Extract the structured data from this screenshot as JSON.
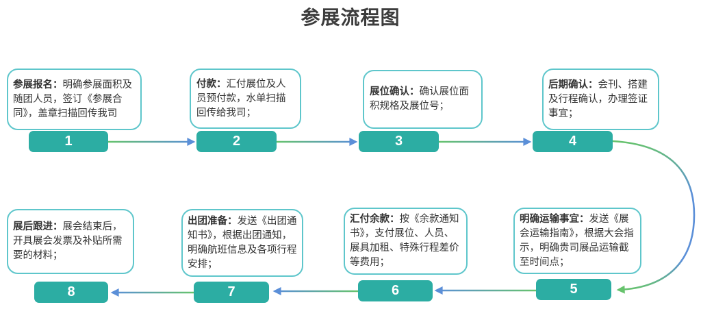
{
  "title": "参展流程图",
  "colors": {
    "bar_fill": "#2cada3",
    "bar_text": "#ffffff",
    "box_border": "#5ec6cb",
    "body_text": "#333333",
    "arrow_green": "#67c36d",
    "arrow_blue": "#5b8fd8",
    "title_color": "#3c3c3c"
  },
  "steps": [
    {
      "number": "1",
      "label": "参展报名：",
      "body": "明确参展面积及随团人员，签订《参展合同》，盖章扫描回传我司"
    },
    {
      "number": "2",
      "label": "付款：",
      "body": "汇付展位及人员预付款，水单扫描回传给我司；"
    },
    {
      "number": "3",
      "label": "展位确认：",
      "body": "确认展位面积规格及展位号；"
    },
    {
      "number": "4",
      "label": "后期确认：",
      "body": "会刊、搭建及行程确认，办理签证事宜；"
    },
    {
      "number": "5",
      "label": "明确运输事宜：",
      "body": "发送《展会运输指南》，根据大会指示，明确贵司展品运输截至时间点；"
    },
    {
      "number": "6",
      "label": "汇付余款：",
      "body": "按《余款通知书》，支付展位、人员、展具加租、特殊行程差价等费用；"
    },
    {
      "number": "7",
      "label": "出团准备：",
      "body": "发送《出团通知书》，根据出团通知，明确航班信息及各项行程安排；"
    },
    {
      "number": "8",
      "label": "展后跟进：",
      "body": "展会结束后，开具展会发票及补贴所需要的材料；"
    }
  ]
}
